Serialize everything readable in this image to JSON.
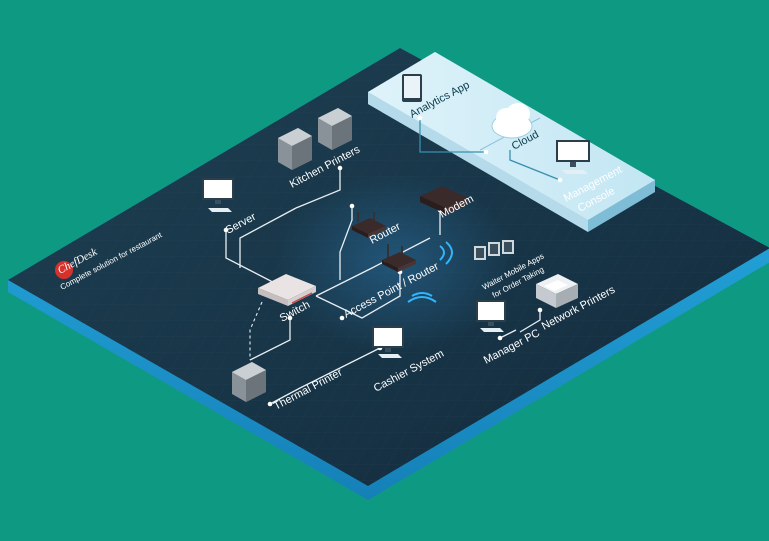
{
  "brand": {
    "name": "ChefDesk",
    "tagline": "Complete solution for restaurant"
  },
  "nodes": {
    "analytics_app": "Analytics App",
    "cloud": "Cloud",
    "management_console_line1": "Management",
    "management_console_line2": "Console",
    "kitchen_printers": "Kitchen Printers",
    "server": "Server",
    "router": "Router",
    "modem": "Modem",
    "access_point": "Access Point / Router",
    "waiter_apps_line1": "Waiter Mobile Apps",
    "waiter_apps_line2": "for Order Taking",
    "switch": "Switch",
    "network_printers": "Network Printers",
    "manager_pc": "Manager PC",
    "thermal_printer": "Thermal Printer",
    "cashier_system": "Cashier System"
  },
  "colors": {
    "background": "#0e9a82",
    "board": "#1b3a4d",
    "board_edge": "#1ea3d8",
    "cloud_panel": "#c9e8f3",
    "accent_brand": "#d6312b"
  }
}
